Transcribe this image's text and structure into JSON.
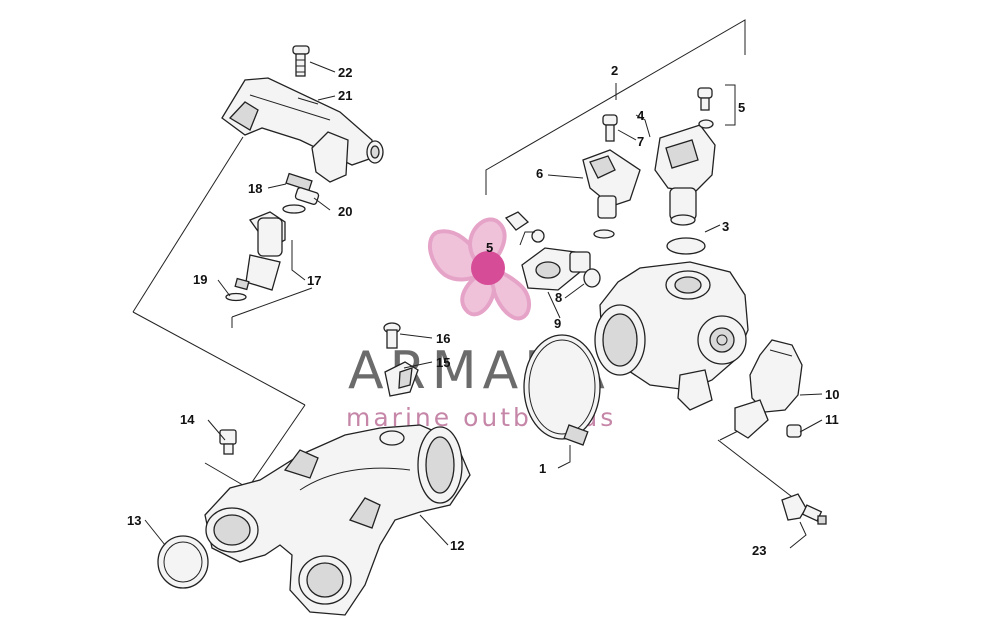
{
  "callouts": [
    "1",
    "2",
    "3",
    "4",
    "5",
    "5",
    "6",
    "7",
    "8",
    "9",
    "10",
    "11",
    "12",
    "13",
    "14",
    "15",
    "16",
    "17",
    "18",
    "19",
    "20",
    "21",
    "22",
    "23"
  ],
  "watermark": {
    "title": "ARMADA",
    "subtitle": "marine outboards",
    "logo_icon": "propeller-logo-icon",
    "colors": {
      "title": "#6b6b6b",
      "subtitle": "#c586a8",
      "logo": "#e6a3c8",
      "logo_hub": "#d64c97"
    }
  }
}
